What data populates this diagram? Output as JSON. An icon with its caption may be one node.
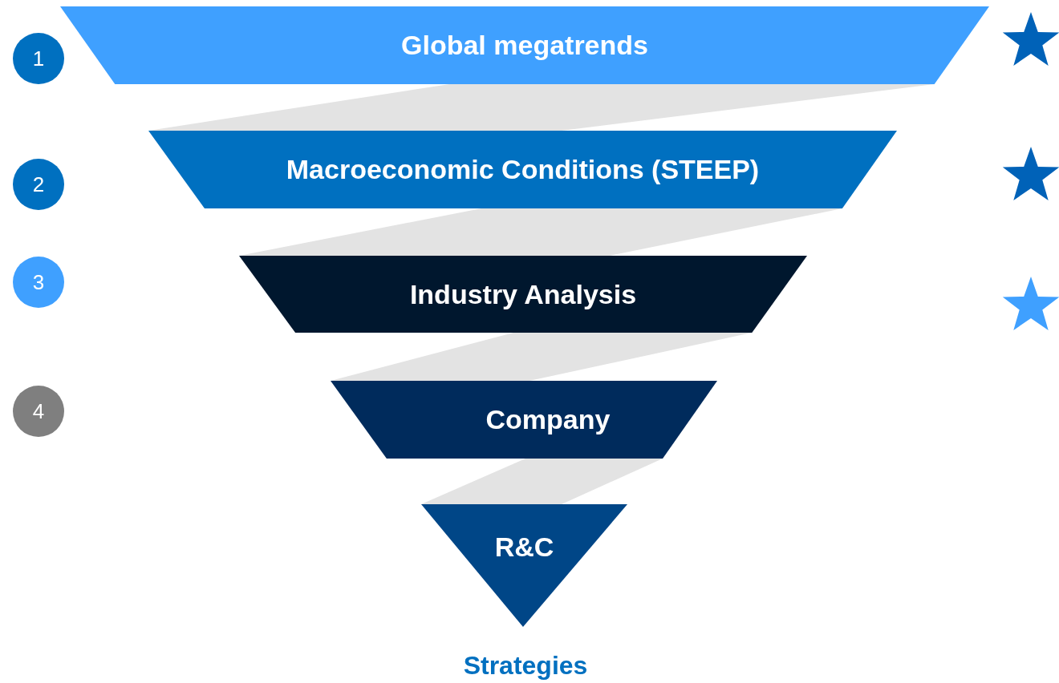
{
  "diagram": {
    "nodes": [
      {
        "text": [
          "1"
        ]
      },
      {
        "text": [
          "Global megatrends"
        ]
      },
      {
        "text": [
          "2"
        ]
      },
      {
        "text": [
          "Macroeconomic Conditions (STEEP)"
        ]
      },
      {
        "text": [
          "3"
        ]
      },
      {
        "text": [
          "Industry Analysis"
        ]
      },
      {
        "text": [
          "4"
        ]
      },
      {
        "text": [
          "Company"
        ]
      },
      {
        "text": [
          "R&C"
        ]
      }
    ],
    "labels": [
      "Strategies"
    ]
  }
}
